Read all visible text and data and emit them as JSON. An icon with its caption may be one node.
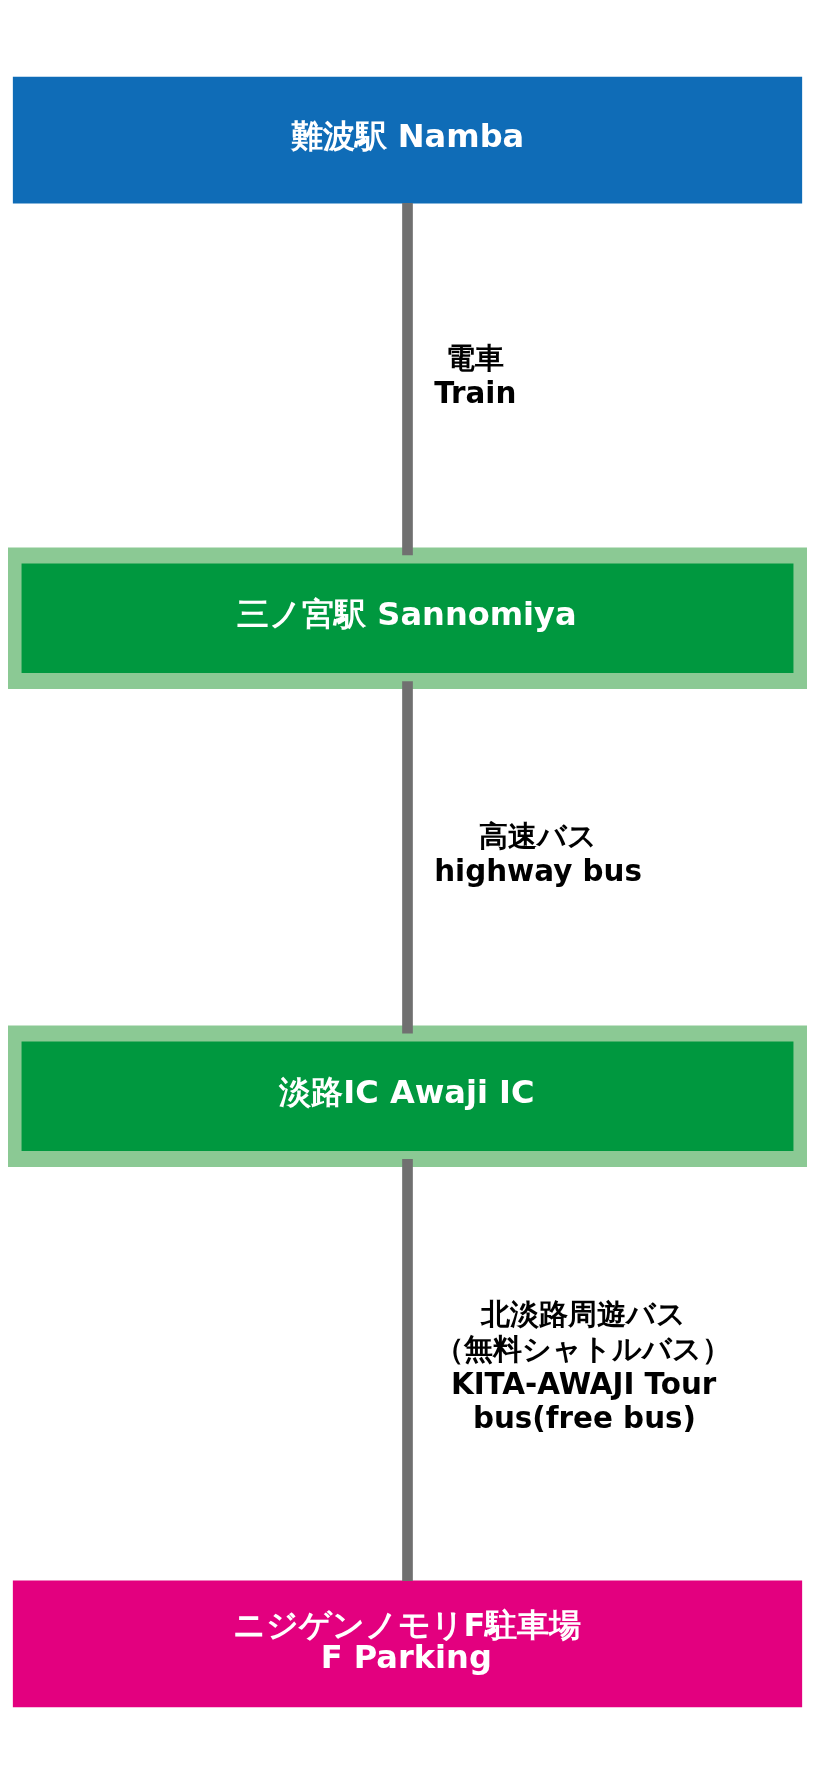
{
  "diagram": {
    "nodes": [
      {
        "text": [
          "難波駅 Namba"
        ]
      },
      {
        "text": [
          "三ノ宮駅 Sannomiya"
        ]
      },
      {
        "text": [
          "淡路IC Awaji IC"
        ]
      },
      {
        "text": [
          "ニジゲンノモリF駐車場",
          "F Parking"
        ]
      }
    ],
    "edges": [
      {
        "from": 0,
        "to": 1,
        "arrow": "none",
        "label": "電車 Train"
      },
      {
        "from": 1,
        "to": 2,
        "arrow": "none",
        "label": "高速バス highway bus"
      },
      {
        "from": 2,
        "to": 3,
        "arrow": "none",
        "label": "北淡路周遊バス（無料シャトルバス） KITA-AWAJI Tour bus(free bus)"
      }
    ]
  }
}
